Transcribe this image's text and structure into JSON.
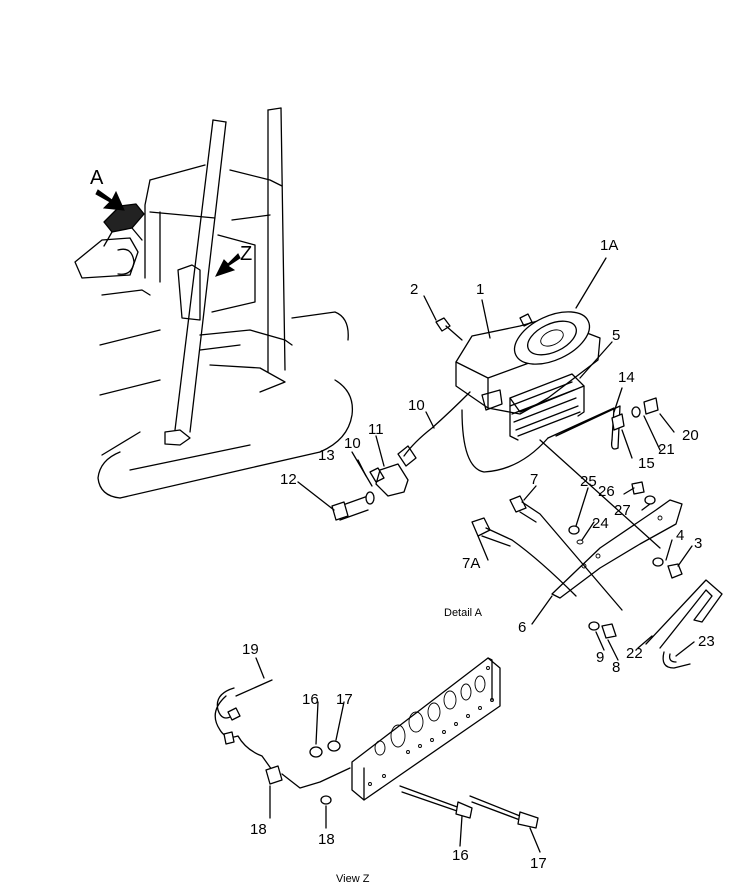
{
  "views": {
    "detail_a": "Detail A",
    "view_z": "View Z"
  },
  "marks": {
    "a": "A",
    "z": "Z"
  },
  "parts": {
    "p1": "1",
    "p1a": "1A",
    "p2": "2",
    "p3": "3",
    "p4": "4",
    "p5": "5",
    "p6": "6",
    "p7": "7",
    "p7a": "7A",
    "p8": "8",
    "p9": "9",
    "p10a": "10",
    "p10b": "10",
    "p11": "11",
    "p12": "12",
    "p13": "13",
    "p14": "14",
    "p15": "15",
    "p16a": "16",
    "p16b": "16",
    "p17a": "17",
    "p17b": "17",
    "p18a": "18",
    "p18b": "18",
    "p19": "19",
    "p20": "20",
    "p21": "21",
    "p22": "22",
    "p23": "23",
    "p24": "24",
    "p25": "25",
    "p26": "26",
    "p27": "27"
  }
}
